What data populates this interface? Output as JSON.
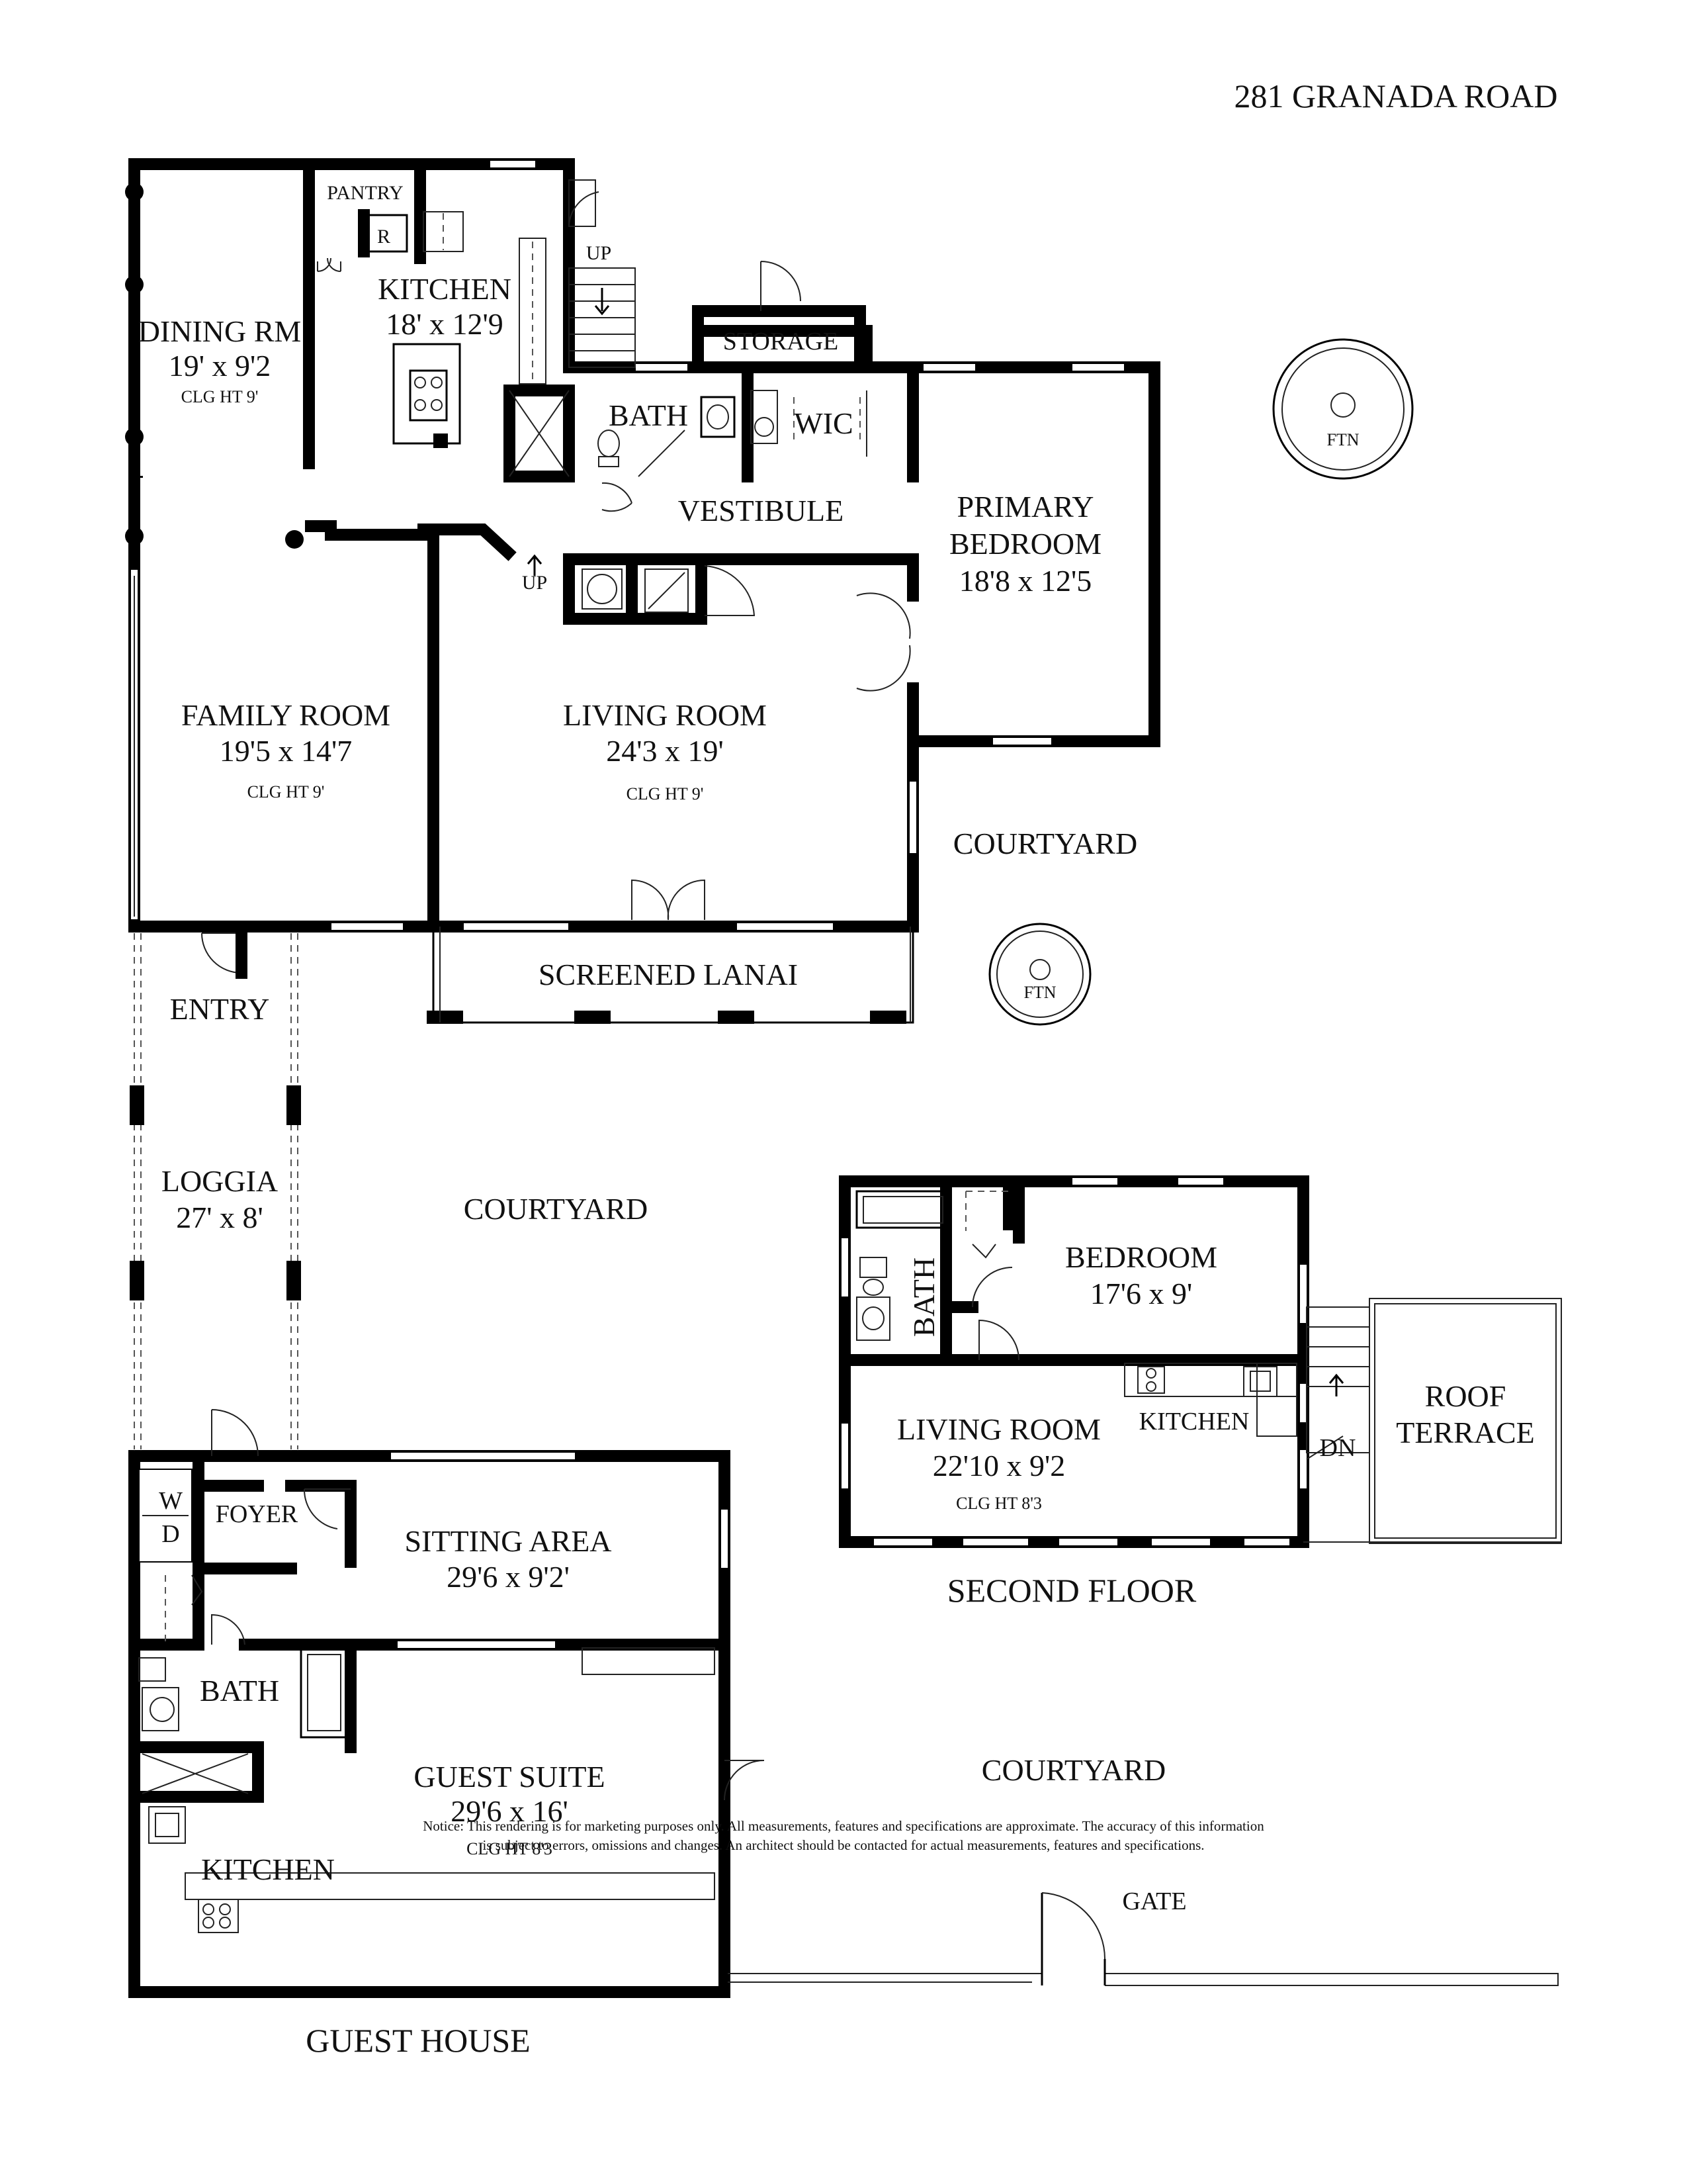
{
  "address": "281 GRANADA ROAD",
  "rooms": {
    "pantry": "PANTRY",
    "refrigerator": "R",
    "kitchen": {
      "name": "KITCHEN",
      "size": "18' x 12'9"
    },
    "dining": {
      "name": "DINING RM",
      "size": "19' x 9'2",
      "ceiling": "CLG HT 9'"
    },
    "stairs_up_main": "UP",
    "storage": "STORAGE",
    "bath_main": "BATH",
    "wic": "WIC",
    "vestibule": "VESTIBULE",
    "primary_bedroom": {
      "line1": "PRIMARY",
      "line2": "BEDROOM",
      "size": "18'8 x 12'5"
    },
    "fountain_top": "FTN",
    "stairs_up_living": "UP",
    "family_room": {
      "name": "FAMILY ROOM",
      "size": "19'5 x 14'7",
      "ceiling": "CLG HT 9'"
    },
    "living_room": {
      "name": "LIVING ROOM",
      "size": "24'3 x 19'",
      "ceiling": "CLG HT 9'"
    },
    "courtyard_1": "COURTYARD",
    "screened_lanai": "SCREENED LANAI",
    "fountain_mid": "FTN",
    "entry": "ENTRY",
    "loggia": {
      "name": "LOGGIA",
      "size": "27' x 8'"
    },
    "courtyard_2": "COURTYARD",
    "washer": "W",
    "dryer": "D",
    "foyer": "FOYER",
    "sitting_area": {
      "name": "SITTING AREA",
      "size": "29'6 x 9'2'"
    },
    "guest_bath": "BATH",
    "guest_suite": {
      "name": "GUEST SUITE",
      "size": "29'6 x 16'",
      "ceiling": "CLG HT 8'3"
    },
    "guest_kitchen": "KITCHEN",
    "courtyard_3": "COURTYARD",
    "gate": "GATE",
    "guest_house_label": "GUEST HOUSE"
  },
  "second_floor": {
    "bath": "BATH",
    "bedroom": {
      "name": "BEDROOM",
      "size": "17'6 x 9'"
    },
    "kitchen": "KITCHEN",
    "living_room": {
      "name": "LIVING ROOM",
      "size": "22'10 x 9'2",
      "ceiling": "CLG HT 8'3"
    },
    "stairs_down": "DN",
    "roof_terrace": {
      "line1": "ROOF",
      "line2": "TERRACE"
    },
    "label": "SECOND FLOOR"
  },
  "notice": {
    "line1": "Notice: This rendering is for marketing purposes only. All measurements, features and specifications are approximate. The accuracy of this information",
    "line2": "is subject to errors, omissions and changes. An architect should be contacted for actual measurements, features and specifications."
  }
}
